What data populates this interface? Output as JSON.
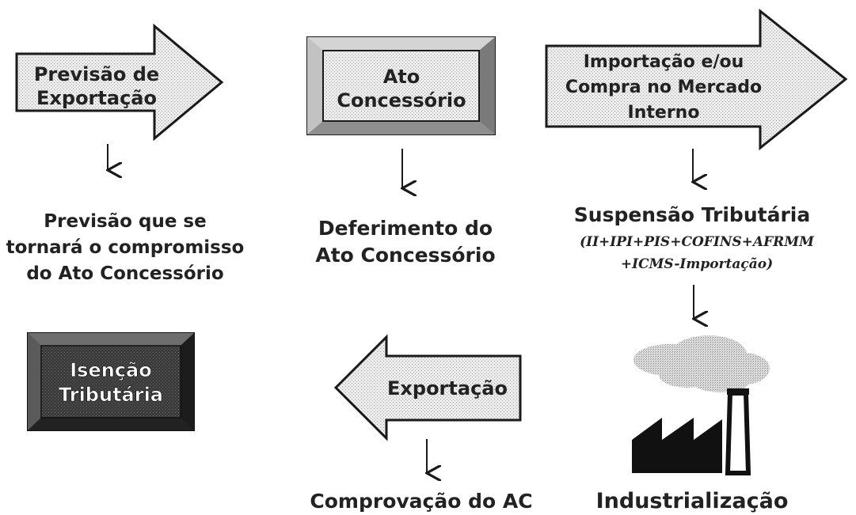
{
  "diagram": {
    "nodes": {
      "previsao_arrow": [
        "Previsão de",
        "Exportação"
      ],
      "ato_box": [
        "Ato",
        "Concessório"
      ],
      "importacao_arrow": [
        "Importação e/ou",
        "Compra no Mercado",
        "Interno"
      ],
      "previsao_desc": [
        "Previsão que se",
        "tornará o compromisso",
        "do Ato Concessório"
      ],
      "deferimento": [
        "Deferimento do",
        "Ato Concessório"
      ],
      "suspensao_title": "Suspensão Tributária",
      "suspensao_sub": [
        "(II+IPI+PIS+COFINS+AFRMM",
        "+ICMS-Importação)"
      ],
      "isencao_box": [
        "Isenção",
        "Tributária"
      ],
      "exportacao_arrow": "Exportação",
      "comprovacao": "Comprovação do AC",
      "industrializacao": "Industrialização"
    },
    "colors": {
      "stipple_fill": "#e6e6e6",
      "outline": "#1a1a1a",
      "dark_box": "#3a3a3a",
      "text": "#222222"
    },
    "icons": [
      "down-arrow-icon",
      "factory-icon",
      "smoke-cloud-icon"
    ]
  }
}
